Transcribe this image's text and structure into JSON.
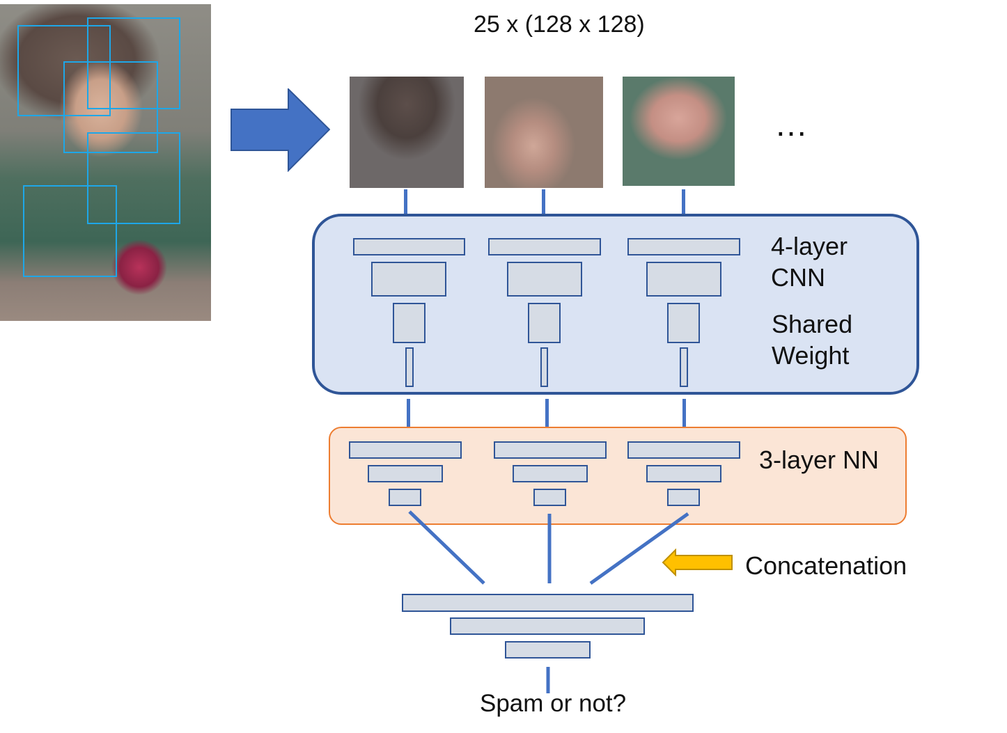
{
  "title": "25 x (128 x 128)",
  "ellipsis": "…",
  "cnn_label_line1": "4-layer",
  "cnn_label_line2": "CNN",
  "shared_label_line1": "Shared",
  "shared_label_line2": "Weight",
  "nn_label": "3-layer NN",
  "concat_label": "Concatenation",
  "output_label": "Spam or not?",
  "colors": {
    "crop_box": "#1ea7e8",
    "arrow": "#4472c4",
    "connector": "#4472c4",
    "cnn_fill": "#dae3f3",
    "cnn_border": "#2f5597",
    "nn_fill": "#fbe5d6",
    "nn_border": "#ed7d31",
    "layer_fill": "#d6dce5",
    "concat_arrow": "#ffc000"
  }
}
